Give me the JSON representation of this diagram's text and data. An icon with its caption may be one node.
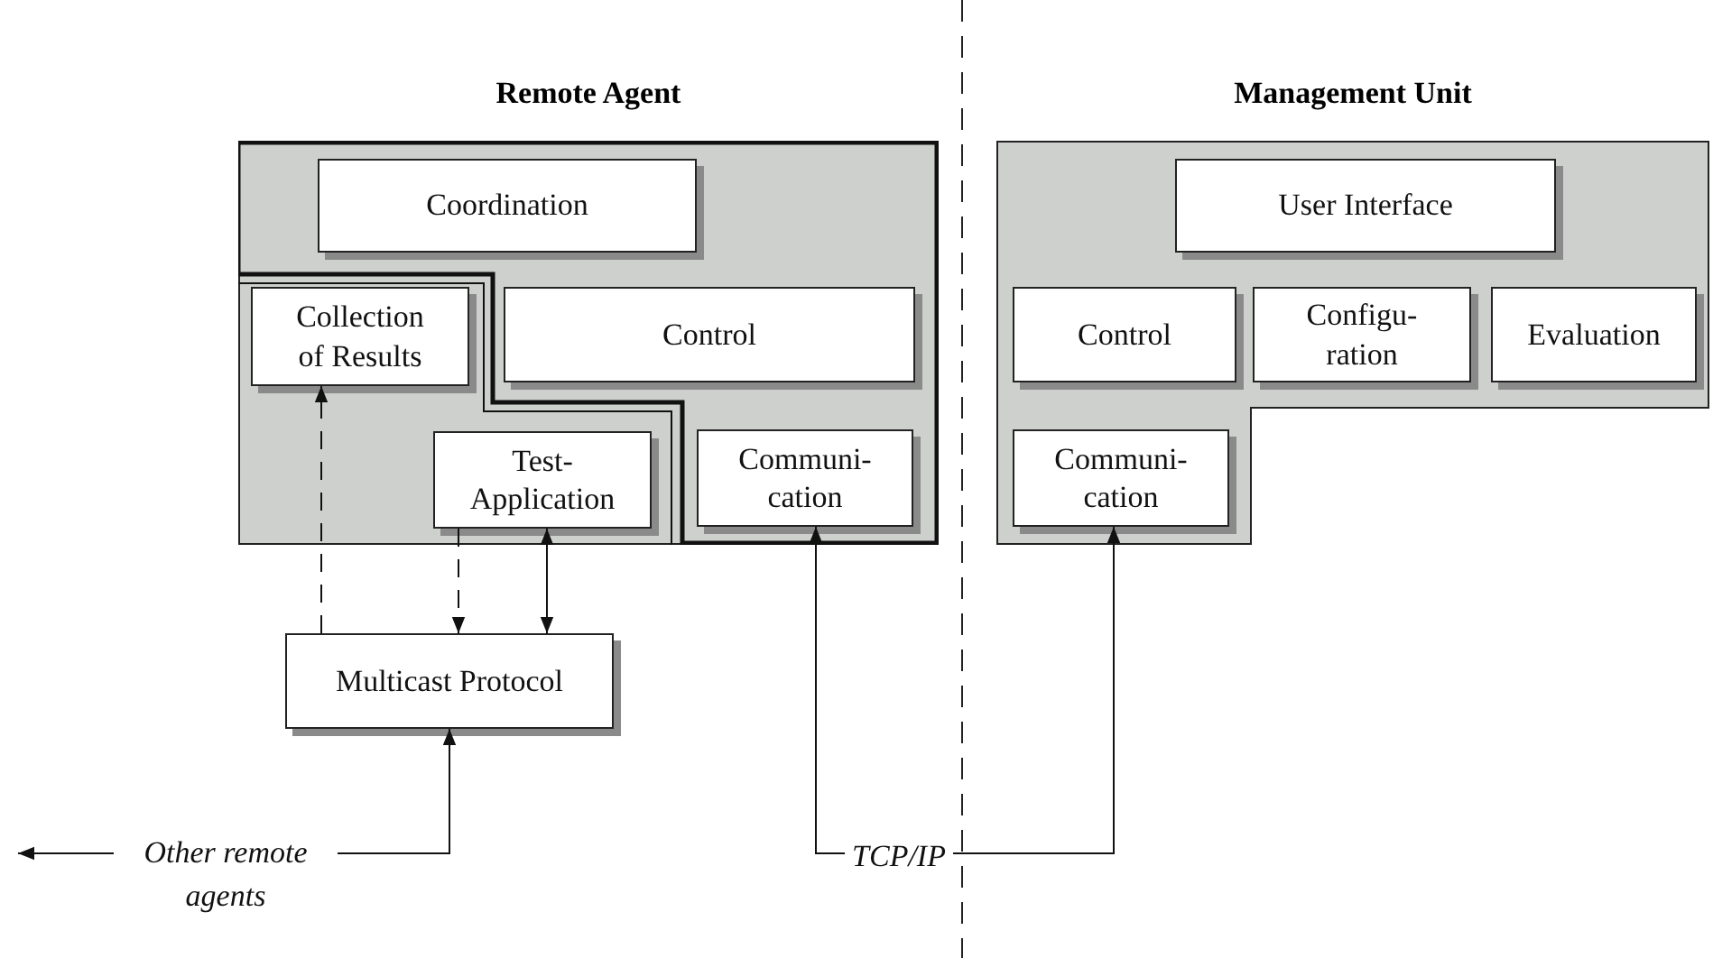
{
  "diagram": {
    "nodes": [
      {
        "text": [
          "Remote Agent"
        ]
      },
      {
        "text": [
          "Coordination"
        ],
        "in": 0
      },
      {
        "text": [
          "Collection of Results"
        ],
        "in": 0
      },
      {
        "text": [
          "Control"
        ],
        "in": 0
      },
      {
        "text": [
          "Test- Application"
        ],
        "in": 0
      },
      {
        "text": [
          "Communi- cation"
        ],
        "in": 0
      },
      {
        "text": [
          "Management Unit"
        ]
      },
      {
        "text": [
          "User Interface"
        ],
        "in": 6
      },
      {
        "text": [
          "Control"
        ],
        "in": 6
      },
      {
        "text": [
          "Configu- ration"
        ],
        "in": 6
      },
      {
        "text": [
          "Evaluation"
        ],
        "in": 6
      },
      {
        "text": [
          "Communi- cation"
        ],
        "in": 6
      },
      {
        "text": [
          "Multicast Protocol"
        ]
      }
    ],
    "edges": [
      {
        "from": 12,
        "to": 2,
        "arrow": "to",
        "style": "dashed"
      },
      {
        "from": 4,
        "to": 12,
        "arrow": "to",
        "style": "dashed"
      },
      {
        "from": 4,
        "to": 12,
        "arrow": "both"
      },
      {
        "from": 12,
        "to": null,
        "arrow": "both",
        "label": "Other remote agents"
      },
      {
        "from": 5,
        "to": 11,
        "arrow": "both",
        "label": "TCP/IP"
      }
    ]
  }
}
